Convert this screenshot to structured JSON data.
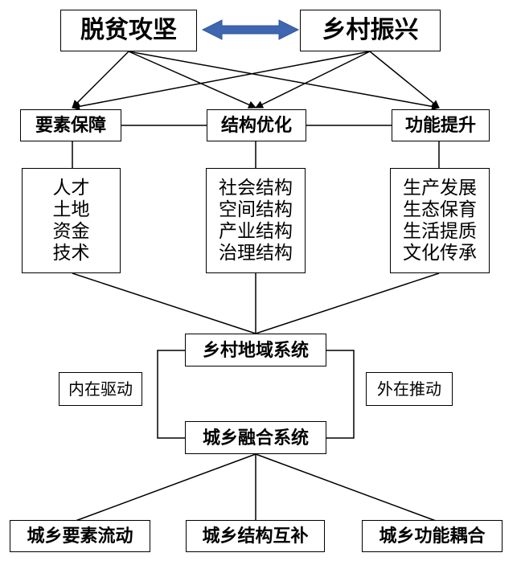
{
  "top": {
    "left": "脱贫攻坚",
    "right": "乡村振兴"
  },
  "middle": {
    "left": "要素保障",
    "center": "结构优化",
    "right": "功能提升"
  },
  "lists": {
    "left": [
      "人才",
      "土地",
      "资金",
      "技术"
    ],
    "center": [
      "社会结构",
      "空间结构",
      "产业结构",
      "治理结构"
    ],
    "right": [
      "生产发展",
      "生态保育",
      "生活提质",
      "文化传承"
    ]
  },
  "systems": {
    "rural": "乡村地域系统",
    "urban_rural": "城乡融合系统"
  },
  "drivers": {
    "left": "内在驱动",
    "right": "外在推动"
  },
  "bottom": {
    "left": "城乡要素流动",
    "center": "城乡结构互补",
    "right": "城乡功能耦合"
  },
  "colors": {
    "arrow_blue": "#3f67b1",
    "line": "#000000"
  }
}
